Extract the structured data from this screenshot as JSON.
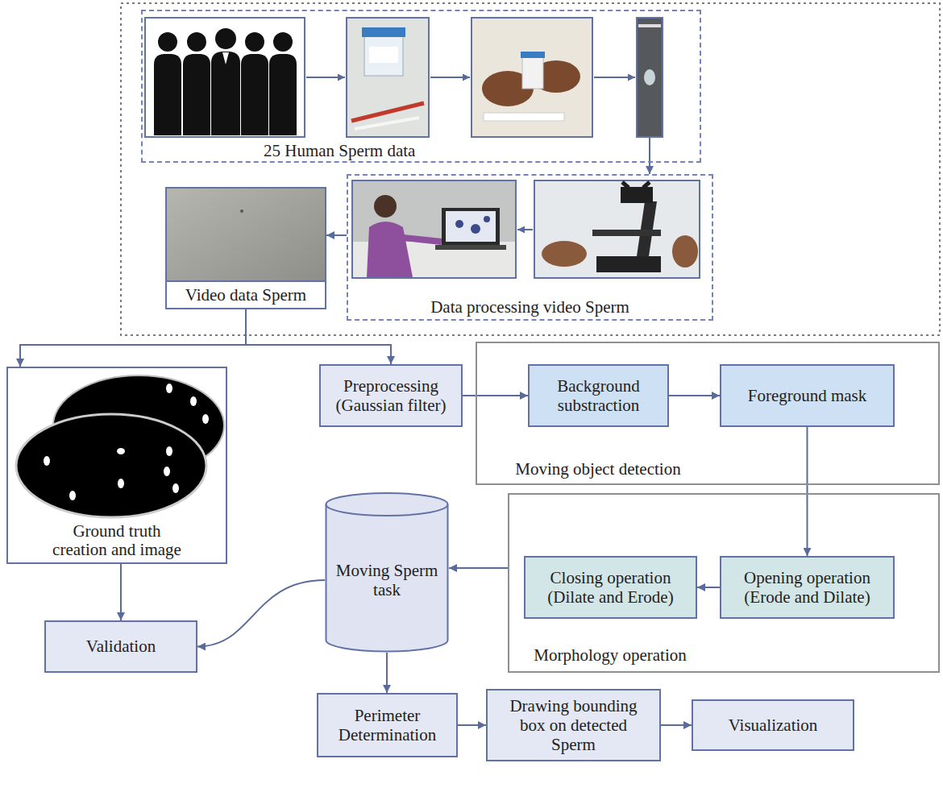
{
  "diagram": {
    "nodes": [
      {
        "text": [
          "25 Human Sperm data"
        ]
      },
      {
        "text": [
          "Data processing video Sperm"
        ]
      },
      {
        "text": [
          "Video data Sperm"
        ]
      },
      {
        "text": [
          "Ground truth creation and image"
        ]
      },
      {
        "text": [
          "Preprocessing (Gaussian filter)"
        ]
      },
      {
        "text": [
          "Moving object detection"
        ]
      },
      {
        "text": [
          "Background substraction"
        ],
        "in": 5
      },
      {
        "text": [
          "Foreground mask"
        ],
        "in": 5
      },
      {
        "text": [
          "Morphology operation"
        ]
      },
      {
        "text": [
          "Closing operation (Dilate and Erode)"
        ],
        "in": 8
      },
      {
        "text": [
          "Opening operation (Erode and Dilate)"
        ],
        "in": 8
      },
      {
        "text": [
          "Moving Sperm task"
        ]
      },
      {
        "text": [
          "Validation"
        ]
      },
      {
        "text": [
          "Perimeter Determination"
        ]
      },
      {
        "text": [
          "Drawing bounding box on detected Sperm"
        ]
      },
      {
        "text": [
          "Visualization"
        ]
      }
    ],
    "edges": [
      {
        "from": 0,
        "to": 1,
        "arrow": "to"
      },
      {
        "from": 1,
        "to": 2,
        "arrow": "to"
      },
      {
        "from": 2,
        "to": 3,
        "arrow": "to"
      },
      {
        "from": 2,
        "to": 4,
        "arrow": "to"
      },
      {
        "from": 4,
        "to": 6,
        "arrow": "to"
      },
      {
        "from": 6,
        "to": 7,
        "arrow": "to"
      },
      {
        "from": 7,
        "to": 10,
        "arrow": "to"
      },
      {
        "from": 10,
        "to": 9,
        "arrow": "to"
      },
      {
        "from": 8,
        "to": 11,
        "arrow": "to"
      },
      {
        "from": 3,
        "to": 12,
        "arrow": "to"
      },
      {
        "from": 11,
        "to": 12,
        "arrow": "to"
      },
      {
        "from": 11,
        "to": 13,
        "arrow": "to"
      },
      {
        "from": 13,
        "to": 14,
        "arrow": "to"
      },
      {
        "from": 14,
        "to": 15,
        "arrow": "to"
      }
    ]
  }
}
